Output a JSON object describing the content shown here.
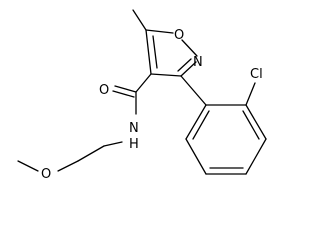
{
  "colors": {
    "bond": "#000000",
    "label": "#000000",
    "background": "#ffffff"
  },
  "molecule": {
    "atoms": {
      "oxygen_ring": "O",
      "nitrogen_ring": "N",
      "chlorine": "Cl",
      "oxygen_carbonyl": "O",
      "nitrogen_amide": "N",
      "hydrogen_amide": "H",
      "oxygen_ether": "O"
    }
  }
}
